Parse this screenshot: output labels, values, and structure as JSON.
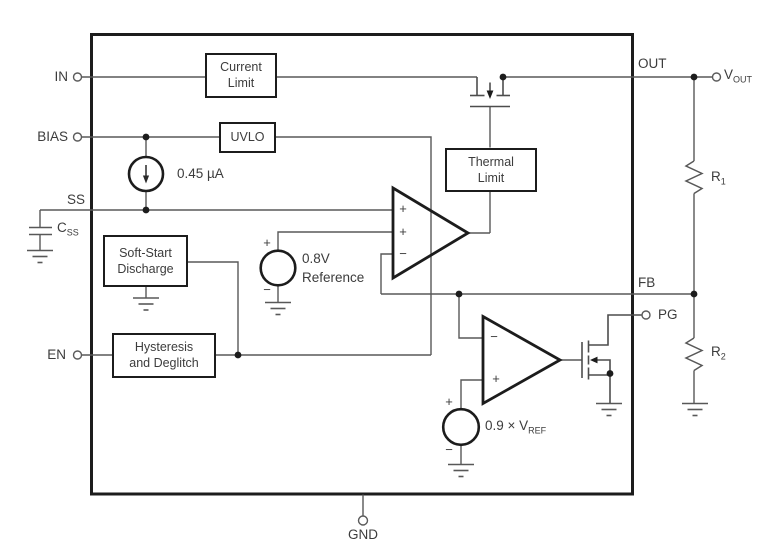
{
  "colors": {
    "wire": "#585858",
    "outline": "#1c1c1c",
    "text": "#3c3c3c"
  },
  "pins": {
    "in": "IN",
    "bias": "BIAS",
    "ss": "SS",
    "en": "EN",
    "out": "OUT",
    "fb": "FB",
    "pg": "PG",
    "gnd": "GND"
  },
  "external_components": {
    "vout": {
      "base": "V",
      "sub": "OUT"
    },
    "css": {
      "base": "C",
      "sub": "SS"
    },
    "r1": {
      "base": "R",
      "sub": "1"
    },
    "r2": {
      "base": "R",
      "sub": "2"
    }
  },
  "blocks": {
    "current_limit": [
      "Current",
      "Limit"
    ],
    "uvlo": [
      "UVLO"
    ],
    "thermal_limit": [
      "Thermal",
      "Limit"
    ],
    "soft_start_discharge": [
      "Soft-Start",
      "Discharge"
    ],
    "hysteresis_deglitch": [
      "Hysteresis",
      "and Deglitch"
    ]
  },
  "sources": {
    "soft_start_current": "0.45 µA",
    "reference": [
      "0.8V",
      "Reference"
    ],
    "pg_threshold": {
      "base": "0.9 × V",
      "sub": "REF"
    }
  },
  "signs": {
    "plus": "+",
    "minus": "−"
  }
}
